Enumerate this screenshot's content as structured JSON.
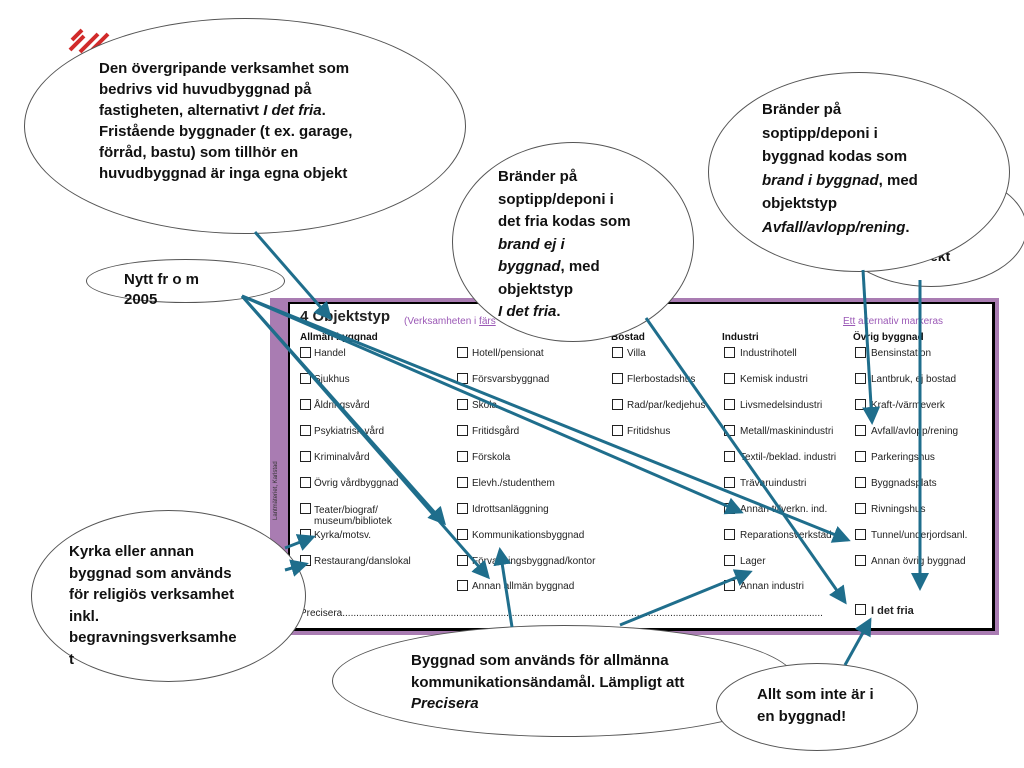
{
  "logo": {
    "icon": "red-stripes-logo-icon"
  },
  "form": {
    "title": "4 Objektstyp",
    "subtitle_part1": "(Verksamheten i ",
    "subtitle_link": "färs",
    "note_ett": "Ett",
    "note_rest": " alternativ markeras",
    "precisera": "Precisera.......................................................................................................................................................................................",
    "margin_text": "Lantmäteriet, Karlstad",
    "colors": {
      "frame": "#a97cb2",
      "accent_text": "#9b59b6",
      "arrow": "#1f6e8c"
    },
    "columns": [
      {
        "header": "Allmän byggnad",
        "items": [
          "Handel",
          "Sjukhus",
          "Åldringsvård",
          "Psykiatrisk vård",
          "Kriminalvård",
          "Övrig vårdbyggnad",
          "Teater/biograf/ museum/bibliotek",
          "Kyrka/motsv.",
          "Restaurang/danslokal"
        ],
        "checked": [
          false,
          false,
          false,
          false,
          false,
          false,
          false,
          false,
          false
        ]
      },
      {
        "header": "",
        "items": [
          "Hotell/pensionat",
          "Försvarsbyggnad",
          "Skola",
          "Fritidsgård",
          "Förskola",
          "Elevh./studenthem",
          "Idrottsanläggning",
          "Kommunikationsbyggnad",
          "Förvaltningsbyggnad/kontor",
          "Annan allmän byggnad"
        ],
        "checked": [
          false,
          false,
          false,
          false,
          false,
          false,
          false,
          false,
          false,
          false
        ]
      },
      {
        "header": "Bostad",
        "items": [
          "Villa",
          "Flerbostadshus",
          "Rad/par/kedjehus",
          "Fritidshus"
        ],
        "checked": [
          false,
          false,
          false,
          false
        ]
      },
      {
        "header": "Industri",
        "items": [
          "Industrihotell",
          "Kemisk industri",
          "Livsmedelsindustri",
          "Metall/maskinindustri",
          "Textil-/beklad. industri",
          "Trävaruindustri",
          "Annan tillverkn. ind.",
          "Reparationsverkstad",
          "Lager",
          "Annan industri"
        ],
        "checked": [
          false,
          false,
          false,
          false,
          false,
          false,
          false,
          false,
          false,
          false
        ]
      },
      {
        "header": "Övrig byggnad",
        "items": [
          "Bensinstation",
          "Lantbruk, ej bostad",
          "Kraft-/värmeverk",
          "Avfall/avlopp/rening",
          "Parkeringshus",
          "Byggnadsplats",
          "Rivningshus",
          "Tunnel/underjordsanl.",
          "Annan övrig byggnad",
          "I det fria"
        ],
        "checked": [
          false,
          false,
          false,
          false,
          false,
          false,
          false,
          false,
          false,
          false
        ]
      }
    ]
  },
  "bubbles": {
    "main": {
      "line1": "Den övergripande verksamhet som",
      "line2": "bedrivs vid huvudbyggnad på",
      "line3a": "fastigheten, alternativt ",
      "line3b": "I det fria",
      "line3c": ".",
      "line4": "Fristående byggnader (t ex. garage,",
      "line5": "förråd, bastu) som tillhör en",
      "line6": "huvudbyggnad är inga egna objekt"
    },
    "nytt": {
      "line1": "Nytt fr o m",
      "line2": "2005"
    },
    "fria": {
      "line1": "Bränder på",
      "line2": "soptipp/deponi i",
      "line3": "det fria kodas som",
      "line4": "brand ej i",
      "line5a": "byggnad",
      "line5b": ", med",
      "line6": "objektstyp",
      "line7a": "I det fria",
      "line7b": "."
    },
    "byggnad": {
      "line1": "Bränder på",
      "line2": "soptipp/deponi i",
      "line3": "byggnad kodas som",
      "line4a": "brand i byggnad",
      "line4b": ", med",
      "line5": "objektstyp",
      "line6a": "Avfall/avlopp/rening",
      "line6b": "."
    },
    "behind": {
      "partial1": ".",
      "partial2": "ekt"
    },
    "kyrka": {
      "line1": "Kyrka eller annan",
      "line2": "byggnad som används",
      "line3": "för religiös verksamhet",
      "line4": "inkl.",
      "line5": "begravningsverksamhe",
      "line6": "t"
    },
    "komm": {
      "line1": "Byggnad som används för allmänna",
      "line2": "kommunikationsändamål. Lämpligt att",
      "line3": "Precisera"
    },
    "allt": {
      "line1": "Allt som inte är i",
      "line2": "en byggnad!"
    }
  }
}
